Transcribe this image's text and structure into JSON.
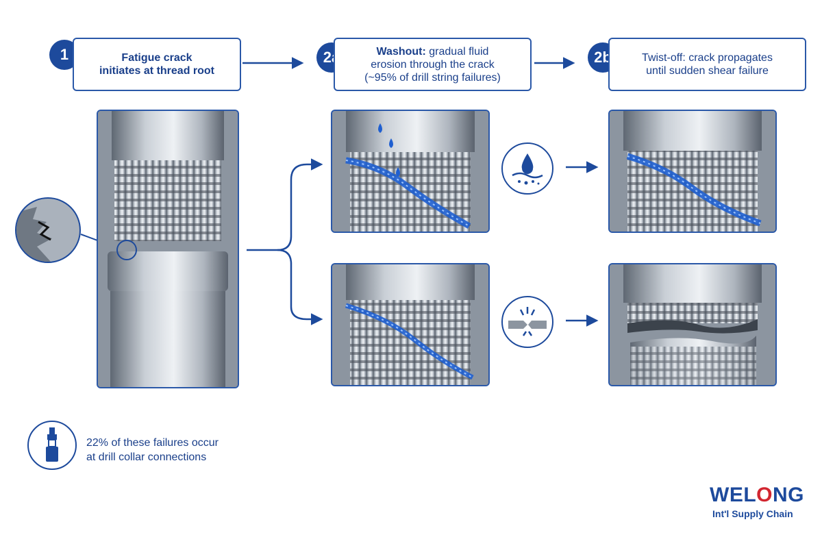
{
  "steps": [
    {
      "number": "1",
      "line1": "Fatigue crack",
      "line2": "initiates at thread root"
    },
    {
      "number": "2a",
      "emph": "Washout:",
      "line1_rest": " gradual fluid",
      "line2": "erosion through the crack",
      "line3": "(~95% of drill string failures)"
    },
    {
      "number": "2b",
      "line1": "Twist-off: crack propagates",
      "line2": "until sudden shear failure"
    }
  ],
  "stat": {
    "line1": "22% of these failures occur",
    "line2": "at drill collar connections"
  },
  "logo": {
    "part1": "WEL",
    "part2": "O",
    "part3": "NG",
    "sub": "Int'l Supply Chain"
  },
  "icons": [
    "fluid-drop-icon",
    "fracture-break-icon",
    "drill-collar-icon",
    "magnifier-detail-icon"
  ],
  "colors": {
    "accent": "#1d4a9c",
    "fluid": "#1f5fd0",
    "steel": "#9aa3ae",
    "logo_red": "#d22630"
  }
}
